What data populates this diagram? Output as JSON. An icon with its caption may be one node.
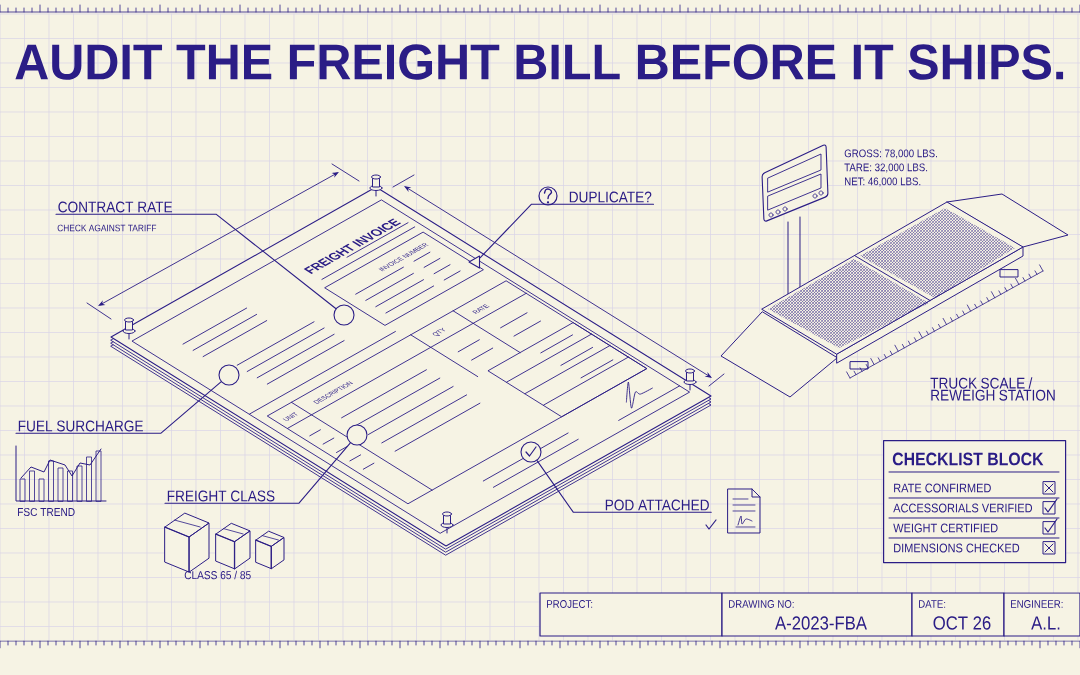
{
  "diagram": {
    "title": "AUDIT THE FREIGHT BILL BEFORE IT SHIPS.",
    "nodes": [
      {
        "text": [
          "CONTRACT RATE",
          "CHECK AGAINST TARIFF"
        ]
      },
      {
        "text": [],
        "shape": "circle"
      },
      {
        "text": [
          "DUPLICATE?"
        ]
      },
      {
        "text": [],
        "shape": "triangle"
      },
      {
        "text": [
          "FUEL SURCHARGE"
        ]
      },
      {
        "text": [],
        "shape": "circle"
      },
      {
        "text": [
          "FREIGHT CLASS"
        ]
      },
      {
        "text": [],
        "shape": "circle"
      },
      {
        "text": [
          "POD ATTACHED"
        ]
      },
      {
        "text": [],
        "shape": "circle"
      },
      {
        "text": [
          "CHECKLIST BLOCK"
        ]
      },
      {
        "text": [
          "RATE CONFIRMED"
        ],
        "in": 10
      },
      {
        "text": [
          "ACCESSORIALS VERIFIED"
        ],
        "in": 10
      },
      {
        "text": [
          "WEIGHT CERTIFIED"
        ],
        "in": 10
      },
      {
        "text": [
          "DIMENSIONS CHECKED"
        ],
        "in": 10
      }
    ],
    "edges": [
      {
        "from": 0,
        "to": 1,
        "arrow": "none"
      },
      {
        "from": 2,
        "to": 3,
        "arrow": "none"
      },
      {
        "from": 4,
        "to": 5,
        "arrow": "none"
      },
      {
        "from": 6,
        "to": 7,
        "arrow": "none"
      },
      {
        "from": 8,
        "to": 9,
        "arrow": "none"
      }
    ],
    "labels": [
      "GROSS: 78,000 LBS.",
      "TARE: 32,000 LBS.",
      "NET: 46,000 LBS.",
      "FREIGHT INVOICE",
      "INVOICE NUMBER",
      "QTY",
      "RATE",
      "DESCRIPTION",
      "UNIT",
      "TRUCK SCALE / REWEIGH STATION",
      "FSC TREND",
      "CLASS 65 / 85",
      "PROJECT:",
      "DRAWING NO:",
      "A-2023-FBA",
      "DATE:",
      "OCT 26",
      "ENGINEER:",
      "A.L."
    ]
  }
}
